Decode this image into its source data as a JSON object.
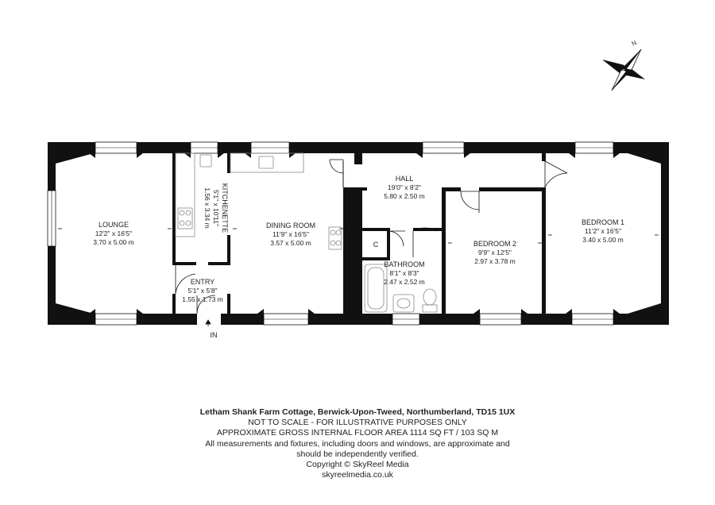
{
  "compass": {
    "label": "N",
    "icon": "compass-rose-icon"
  },
  "rooms": {
    "lounge": {
      "name": "LOUNGE",
      "imperial": "12'2\" x 16'5\"",
      "metric": "3.70 x 5.00 m"
    },
    "kitchenette": {
      "name": "KITCHENETTE",
      "imperial": "5'1\" x 10'11\"",
      "metric": "1.56 x 3.34 m"
    },
    "dining": {
      "name": "DINING ROOM",
      "imperial": "11'9\" x 16'5\"",
      "metric": "3.57 x 5.00 m"
    },
    "hall": {
      "name": "HALL",
      "imperial": "19'0\" x 8'2\"",
      "metric": "5.80 x 2.50 m"
    },
    "bathroom": {
      "name": "BATHROOM",
      "imperial": "8'1\" x 8'3\"",
      "metric": "2.47 x 2.52 m"
    },
    "bedroom2": {
      "name": "BEDROOM 2",
      "imperial": "9'9\" x 12'5\"",
      "metric": "2.97 x 3.78 m"
    },
    "bedroom1": {
      "name": "BEDROOM 1",
      "imperial": "11'2\" x 16'5\"",
      "metric": "3.40 x 5.00 m"
    },
    "entry": {
      "name": "ENTRY",
      "imperial": "5'1\" x 5'8\"",
      "metric": "1.55 x 1.73 m"
    }
  },
  "markers": {
    "cupboard": "C",
    "entrance": "IN"
  },
  "footer": {
    "address": "Letham Shank Farm Cottage, Berwick-Upon-Tweed, Northumberland, TD15 1UX",
    "scale_note": "NOT TO SCALE - FOR ILLUSTRATIVE PURPOSES ONLY",
    "area": "APPROXIMATE GROSS INTERNAL FLOOR AREA 1114 SQ FT / 103 SQ M",
    "disclaimer_1": "All measurements and fixtures, including doors and windows, are approximate and",
    "disclaimer_2": "should be independently verified.",
    "copyright": "Copyright © SkyReel Media",
    "website": "skyreelmedia.co.uk"
  },
  "colors": {
    "wall": "#111111",
    "fixture": "#888888",
    "text": "#222222"
  }
}
